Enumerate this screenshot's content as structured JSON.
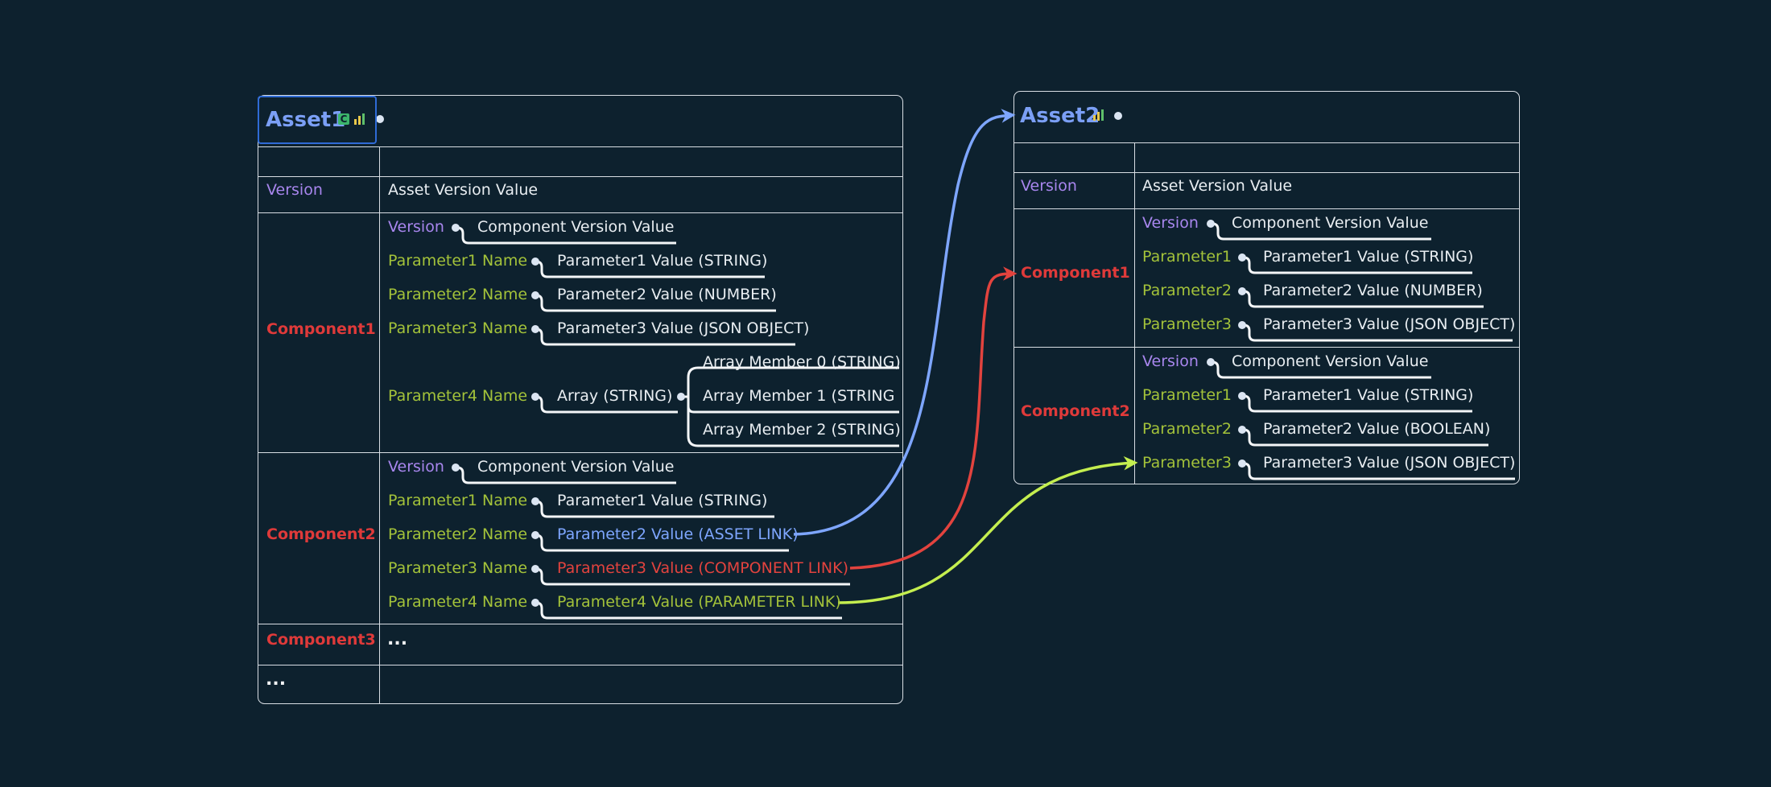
{
  "asset1": {
    "title": "Asset1",
    "badge": "C",
    "version_label": "Version",
    "version_value": "Asset Version Value",
    "component1": {
      "name": "Component1",
      "rows": [
        {
          "label": "Version",
          "value": "Component Version Value"
        },
        {
          "label": "Parameter1 Name",
          "value": "Parameter1 Value (STRING)"
        },
        {
          "label": "Parameter2 Name",
          "value": "Parameter2 Value (NUMBER)"
        },
        {
          "label": "Parameter3 Name",
          "value": "Parameter3 Value (JSON OBJECT)"
        },
        {
          "label": "Parameter4 Name",
          "value": "Array (STRING)"
        }
      ],
      "array_members": [
        "Array Member 0 (STRING)",
        "Array Member 1 (STRING",
        "Array Member 2 (STRING)"
      ]
    },
    "component2": {
      "name": "Component2",
      "rows": [
        {
          "label": "Version",
          "value": "Component Version Value"
        },
        {
          "label": "Parameter1 Name",
          "value": "Parameter1 Value (STRING)"
        },
        {
          "label": "Parameter2 Name",
          "value": "Parameter2 Value (ASSET LINK)"
        },
        {
          "label": "Parameter3 Name",
          "value": "Parameter3 Value (COMPONENT LINK)"
        },
        {
          "label": "Parameter4 Name",
          "value": "Parameter4 Value (PARAMETER LINK)"
        }
      ]
    },
    "component3": {
      "name": "Component3",
      "value": "..."
    },
    "more": "..."
  },
  "asset2": {
    "title": "Asset2",
    "version_label": "Version",
    "version_value": "Asset Version Value",
    "component1": {
      "name": "Component1",
      "rows": [
        {
          "label": "Version",
          "value": "Component Version Value"
        },
        {
          "label": "Parameter1",
          "value": "Parameter1 Value (STRING)"
        },
        {
          "label": "Parameter2",
          "value": "Parameter2 Value (NUMBER)"
        },
        {
          "label": "Parameter3",
          "value": "Parameter3 Value (JSON OBJECT)"
        }
      ]
    },
    "component2": {
      "name": "Component2",
      "rows": [
        {
          "label": "Version",
          "value": "Component Version Value"
        },
        {
          "label": "Parameter1",
          "value": "Parameter1 Value (STRING)"
        },
        {
          "label": "Parameter2",
          "value": "Parameter2 Value (BOOLEAN)"
        },
        {
          "label": "Parameter3",
          "value": "Parameter3 Value (JSON OBJECT)"
        }
      ]
    }
  },
  "colors": {
    "background": "#0d212e",
    "asset_title": "#7b9ff5",
    "version_label": "#a886ee",
    "parameter_label": "#a3c23a",
    "component_label": "#df3a3a",
    "asset_link": "#7ea6ff",
    "component_link": "#e2433e",
    "parameter_link": "#c4ee4f"
  }
}
